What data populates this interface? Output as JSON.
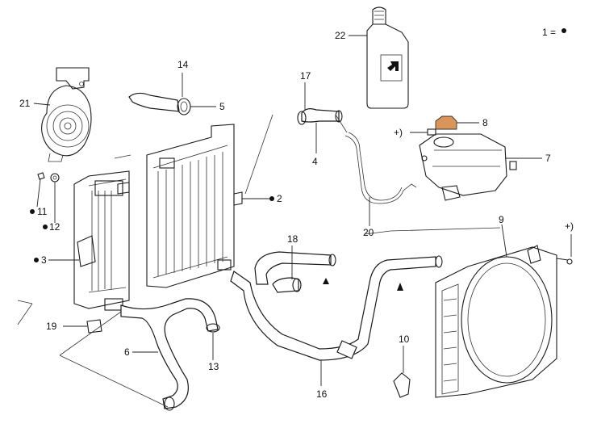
{
  "legend": {
    "text": "1 = "
  },
  "callouts": {
    "c2": "2",
    "c3": "3",
    "c4": "4",
    "c5": "5",
    "c6": "6",
    "c7": "7",
    "c8": "8",
    "c9": "9",
    "c10": "10",
    "c11": "11",
    "c12": "12",
    "c13": "13",
    "c14": "14",
    "c16": "16",
    "c17": "17",
    "c18": "18",
    "c19": "19",
    "c20": "20",
    "c21": "21",
    "c22": "22"
  },
  "markers": {
    "plus_top": "+)",
    "plus_right": "+)"
  }
}
